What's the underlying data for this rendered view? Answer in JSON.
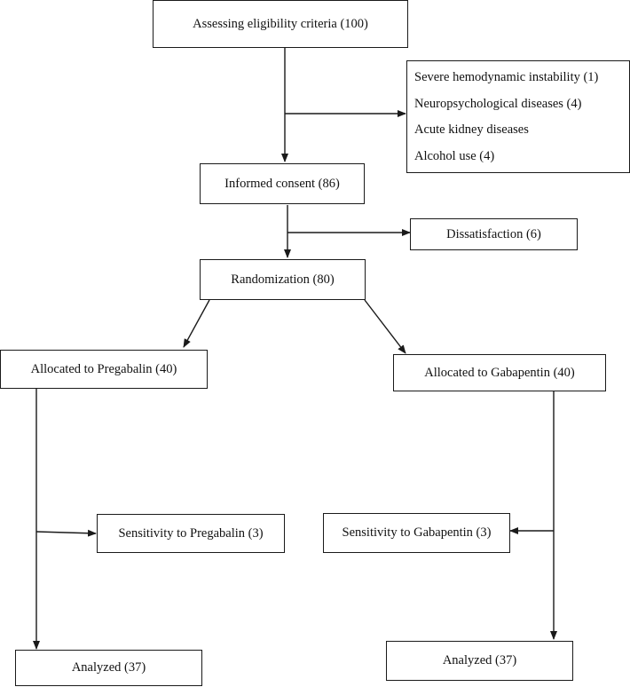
{
  "flowchart": {
    "eligibility": "Assessing eligibility criteria (100)",
    "exclusions": [
      "Severe hemodynamic instability (1)",
      "Neuropsychological diseases (4)",
      "Acute kidney diseases",
      "Alcohol use (4)"
    ],
    "consent": "Informed consent (86)",
    "dissatisfaction": "Dissatisfaction (6)",
    "randomization": "Randomization (80)",
    "pregabalin_arm": {
      "allocated": "Allocated to Pregabalin (40)",
      "sensitivity": "Sensitivity to Pregabalin (3)",
      "analyzed": "Analyzed (37)"
    },
    "gabapentin_arm": {
      "allocated": "Allocated to Gabapentin (40)",
      "sensitivity": "Sensitivity to Gabapentin (3)",
      "analyzed": "Analyzed (37)"
    }
  }
}
